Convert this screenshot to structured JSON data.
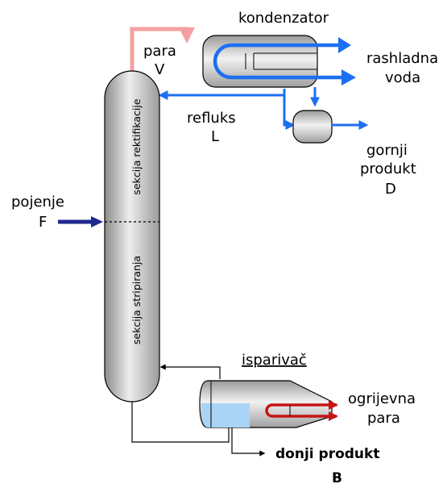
{
  "labels": {
    "condenser": "kondenzator",
    "vapor_line1": "para",
    "vapor_line2": "V",
    "cooling_water_line1": "rashladna",
    "cooling_water_line2": "voda",
    "reflux_line1": "refluks",
    "reflux_line2": "L",
    "distillate_line1": "gornji",
    "distillate_line2": "produkt",
    "distillate_line3": "D",
    "feed_line1": "pojenje",
    "feed_line2": "F",
    "rectifying_section": "sekcija rektifikacije",
    "stripping_section": "sekcija stripiranja",
    "reboiler": "isparivač",
    "heating_steam_line1": "ogrijevna",
    "heating_steam_line2": "para",
    "bottoms_line1": "donji produkt",
    "bottoms_line2": "B"
  },
  "colors": {
    "vapor_line": "#f4a0a0",
    "cooling_water": "#1d6ff2",
    "reflux": "#1d6ff2",
    "feed_arrow": "#1f2a8f",
    "heating_steam": "#c81414",
    "reboiler_liquid": "#a9d4f5"
  }
}
